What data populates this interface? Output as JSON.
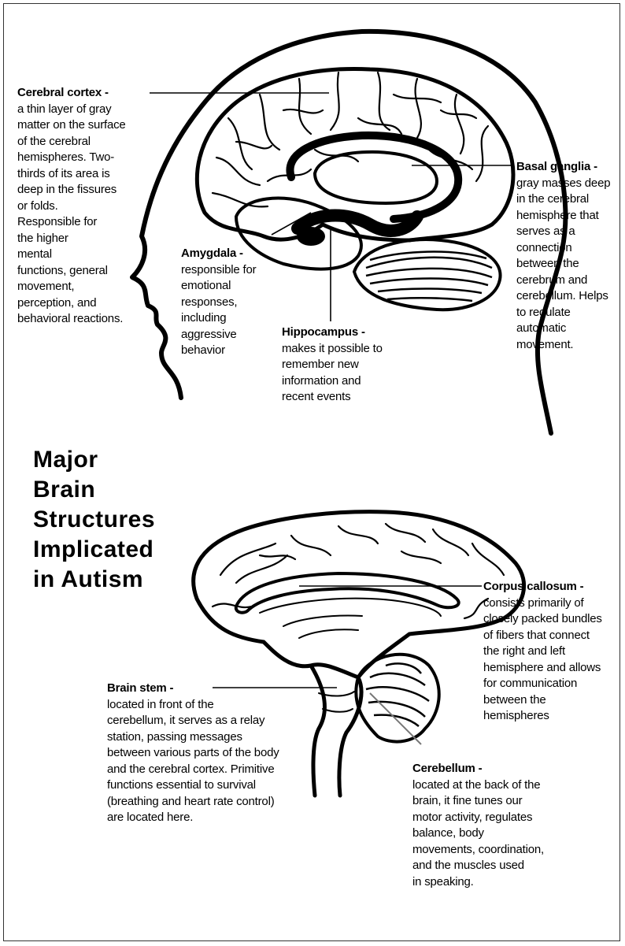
{
  "title": "Major\nBrain\nStructures\nImplicated\nin Autism",
  "labels": {
    "cerebral_cortex": {
      "term": "Cerebral cortex -",
      "desc": "a thin layer of gray\nmatter on the surface\nof the cerebral\nhemispheres. Two-\nthirds of its area is\ndeep in the fissures\nor folds.\nResponsible for\nthe higher\nmental\nfunctions, general\nmovement,\nperception, and\nbehavioral reactions."
    },
    "basal_ganglia": {
      "term": "Basal ganglia -",
      "desc": "gray masses deep\nin the cerebral\nhemisphere that\nserves as a\nconnection\nbetween the\ncerebrum and\ncerebellum. Helps\nto regulate\nautomatic\nmovement."
    },
    "amygdala": {
      "term": "Amygdala -",
      "desc": "responsible for\nemotional\nresponses,\nincluding\naggressive\nbehavior"
    },
    "hippocampus": {
      "term": "Hippocampus -",
      "desc": "makes it possible to\nremember new\ninformation and\nrecent events"
    },
    "corpus_callosum": {
      "term": "Corpus callosum -",
      "desc": "consists primarily of\nclosely packed bundles\nof fibers that connect\nthe right and left\nhemisphere and allows\nfor communication\nbetween the\nhemispheres"
    },
    "brain_stem": {
      "term": "Brain stem -",
      "desc": "located in front of the\ncerebellum, it serves as a relay\nstation, passing messages\nbetween various parts of the body\nand the cerebral cortex. Primitive\nfunctions essential to survival\n(breathing and heart rate control)\nare located here."
    },
    "cerebellum": {
      "term": "Cerebellum -",
      "desc": "located at the back of the\nbrain, it fine tunes our\nmotor activity, regulates\nbalance, body\nmovements, coordination,\nand the muscles used\nin speaking."
    }
  }
}
